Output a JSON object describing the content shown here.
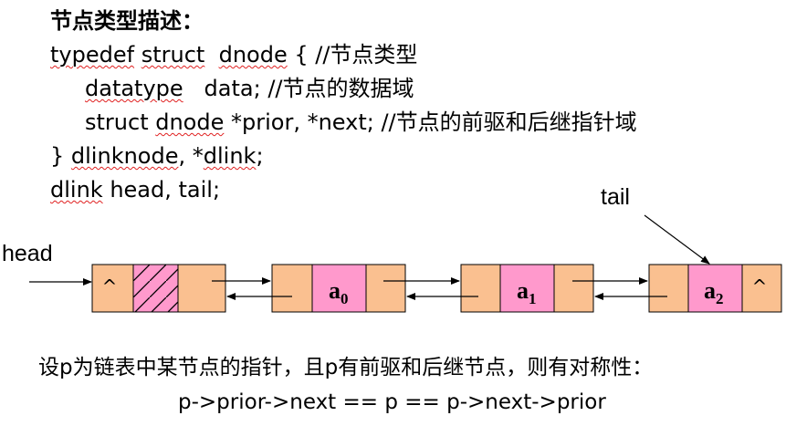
{
  "code": {
    "title": "节点类型描述：",
    "line1": {
      "kw1": "typedef",
      "sp1": " ",
      "kw2": "struct",
      "sp2": "  ",
      "kw3": "dnode",
      "rest": " { //节点类型"
    },
    "line2": {
      "kw1": "datatype",
      "rest": "   data; //节点的数据域"
    },
    "line3": {
      "pre": "struct ",
      "kw1": "dnode",
      "rest": " *prior, *next; //节点的前驱和后继指针域"
    },
    "line4": {
      "pre": "} ",
      "kw1": "dlinknode",
      "mid": ", *",
      "kw2": "dlink",
      "rest": ";"
    },
    "line5": {
      "kw1": "dlink",
      "rest": " head, tail;"
    }
  },
  "diagram": {
    "head_label": "head",
    "tail_label": "tail",
    "null_symbol": "^",
    "nodes": [
      {
        "name": "head-node",
        "data": "",
        "sub": ""
      },
      {
        "name": "node-a0",
        "data": "a",
        "sub": "0"
      },
      {
        "name": "node-a1",
        "data": "a",
        "sub": "1"
      },
      {
        "name": "node-a2",
        "data": "a",
        "sub": "2"
      }
    ],
    "colors": {
      "pointer_field": "#fac090",
      "data_field": "#ff99cc",
      "border": "#000000"
    }
  },
  "notes": {
    "symmetry": "设p为链表中某节点的指针，且p有前驱和后继节点，则有对称性：",
    "formula": "p->prior->next == p == p->next->prior"
  }
}
